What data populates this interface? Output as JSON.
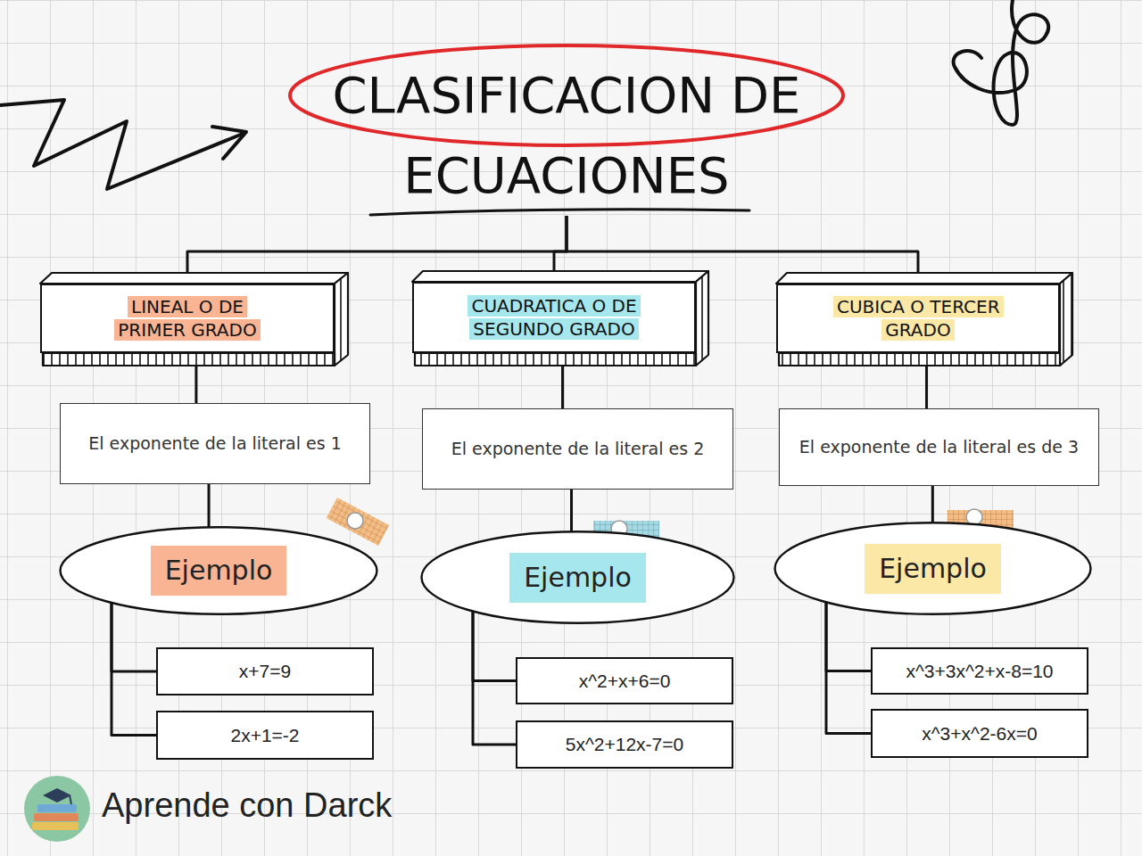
{
  "diagram": {
    "nodes": [
      {
        "text": [
          "CLASIFICACION DE ECUACIONES"
        ]
      },
      {
        "text": [
          "LINEAL O DE PRIMER GRADO"
        ]
      },
      {
        "text": [
          "CUADRATICA O DE SEGUNDO GRADO"
        ]
      },
      {
        "text": [
          "CUBICA O TERCER GRADO"
        ]
      },
      {
        "text": [
          "El exponente de la literal es 1"
        ]
      },
      {
        "text": [
          "Ejemplo"
        ]
      },
      {
        "text": [
          "x+7=9"
        ]
      },
      {
        "text": [
          "2x+1=-2"
        ]
      },
      {
        "text": [
          "El exponente de la literal es 2"
        ]
      },
      {
        "text": [
          "Ejemplo"
        ]
      },
      {
        "text": [
          "x^2+x+6=0"
        ]
      },
      {
        "text": [
          "5x^2+12x-7=0"
        ]
      },
      {
        "text": [
          "El exponente de la literal es de 3"
        ]
      },
      {
        "text": [
          "Ejemplo"
        ]
      },
      {
        "text": [
          "x^3+3x^2+x-8=10"
        ]
      },
      {
        "text": [
          "x^3+x^2-6x=0"
        ]
      }
    ],
    "edges": [
      {
        "from": 0,
        "to": 1,
        "arrow": "none"
      },
      {
        "from": 0,
        "to": 2,
        "arrow": "none"
      },
      {
        "from": 0,
        "to": 3,
        "arrow": "none"
      },
      {
        "from": 1,
        "to": 4,
        "arrow": "none"
      },
      {
        "from": 4,
        "to": 5,
        "arrow": "none"
      },
      {
        "from": 5,
        "to": 6,
        "arrow": "none"
      },
      {
        "from": 5,
        "to": 7,
        "arrow": "none"
      },
      {
        "from": 2,
        "to": 8,
        "arrow": "none"
      },
      {
        "from": 8,
        "to": 9,
        "arrow": "none"
      },
      {
        "from": 9,
        "to": 10,
        "arrow": "none"
      },
      {
        "from": 9,
        "to": 11,
        "arrow": "none"
      },
      {
        "from": 3,
        "to": 12,
        "arrow": "none"
      },
      {
        "from": 12,
        "to": 13,
        "arrow": "none"
      },
      {
        "from": 13,
        "to": 14,
        "arrow": "none"
      },
      {
        "from": 13,
        "to": 15,
        "arrow": "none"
      }
    ],
    "labels": [
      "Aprende con Darck"
    ]
  }
}
